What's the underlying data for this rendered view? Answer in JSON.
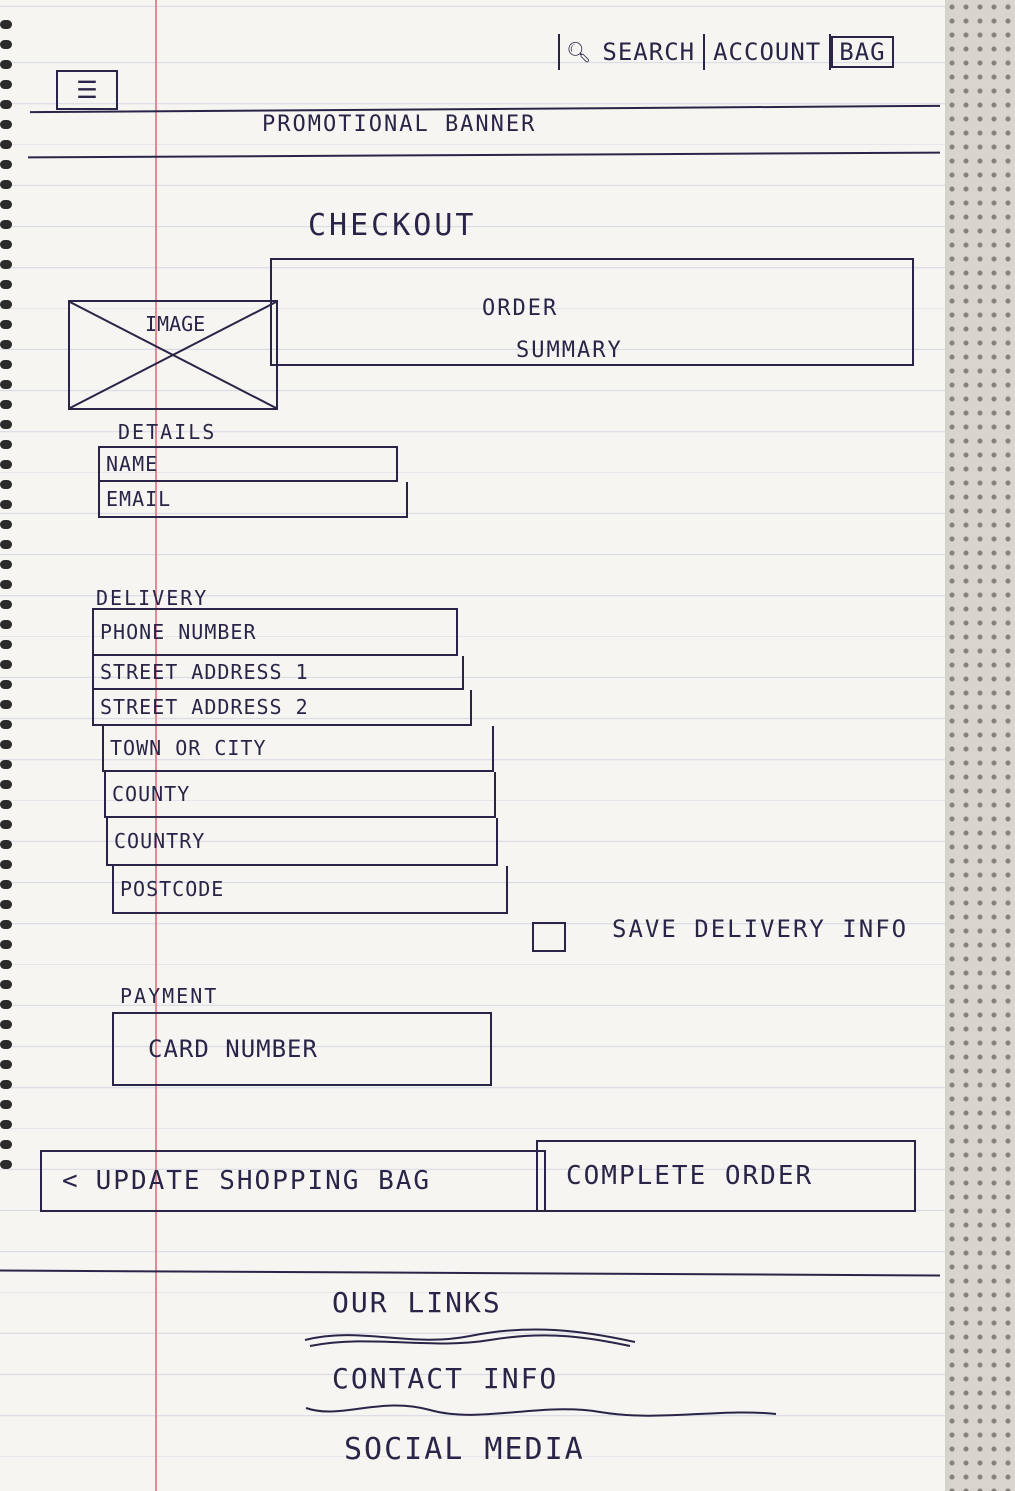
{
  "header": {
    "menu_icon": "hamburger-menu-icon",
    "nav": {
      "search_icon": "search-icon",
      "search_label": "SEARCH",
      "account_label": "ACCOUNT",
      "bag_label": "BAG"
    },
    "promo_banner": "PROMOTIONAL BANNER"
  },
  "page_title": "CHECKOUT",
  "order_summary": {
    "image_label": "IMAGE",
    "label_line1": "ORDER",
    "label_line2": "SUMMARY"
  },
  "details": {
    "heading": "DETAILS",
    "fields": [
      "NAME",
      "EMAIL"
    ]
  },
  "delivery": {
    "heading": "DELIVERY",
    "fields": [
      "PHONE NUMBER",
      "STREET ADDRESS 1",
      "STREET ADDRESS 2",
      "TOWN OR CITY",
      "COUNTY",
      "COUNTRY",
      "POSTCODE"
    ],
    "save_label": "SAVE DELIVERY INFO"
  },
  "payment": {
    "heading": "PAYMENT",
    "card_field": "CARD NUMBER"
  },
  "actions": {
    "back_chevron": "<",
    "update_bag_label": "UPDATE SHOPPING BAG",
    "complete_order_label": "COMPLETE ORDER"
  },
  "footer": {
    "links": [
      "OUR LINKS",
      "CONTACT INFO",
      "SOCIAL MEDIA"
    ]
  }
}
